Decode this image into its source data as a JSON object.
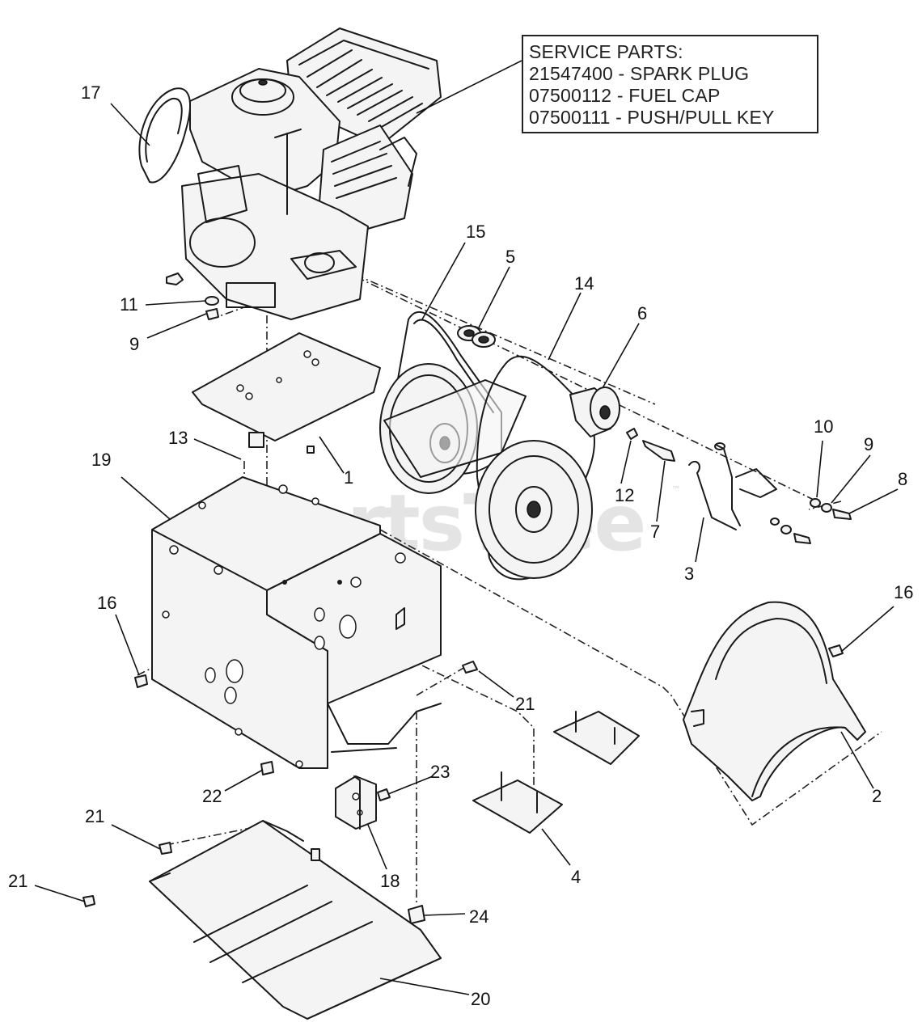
{
  "service_parts": {
    "title": "SERVICE PARTS:",
    "lines": [
      "21547400 - SPARK PLUG",
      "07500112 - FUEL CAP",
      "07500111 - PUSH/PULL KEY"
    ]
  },
  "watermark": {
    "text": "PartsTree",
    "trademark": "™"
  },
  "callouts": {
    "c17": "17",
    "c15": "15",
    "c5": "5",
    "c14": "14",
    "c6": "6",
    "c11": "11",
    "c9a": "9",
    "c13": "13",
    "c1": "1",
    "c19": "19",
    "c10": "10",
    "c9b": "9",
    "c8": "8",
    "c12": "12",
    "c7": "7",
    "c3": "3",
    "c16a": "16",
    "c16b": "16",
    "c21a": "21",
    "c2": "2",
    "c23": "23",
    "c22": "22",
    "c21b": "21",
    "c18": "18",
    "c4": "4",
    "c21c": "21",
    "c24": "24",
    "c20": "20"
  }
}
